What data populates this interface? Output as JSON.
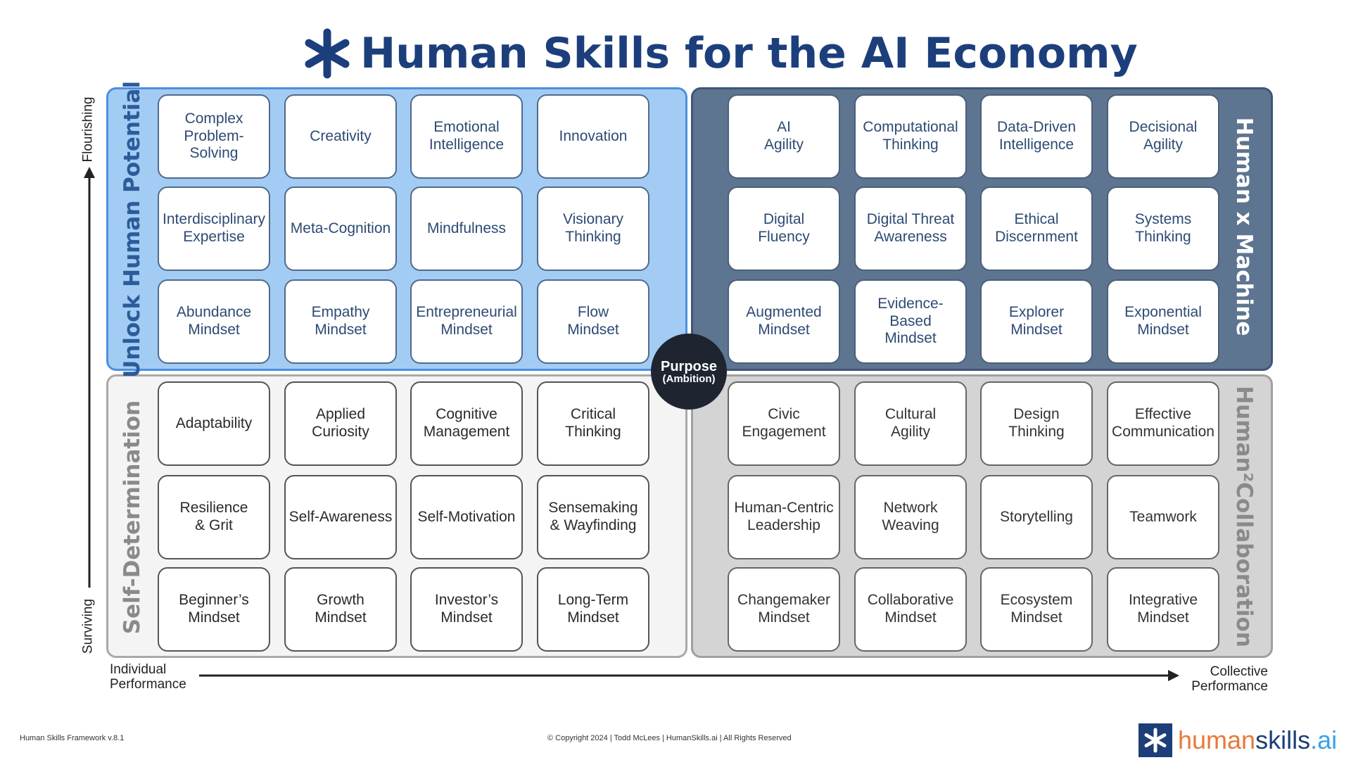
{
  "title": "Human Skills for the AI Economy",
  "quadrants": {
    "top_left": {
      "label": "Unlock Human Potential",
      "cells": [
        "Complex\nProblem-Solving",
        "Creativity",
        "Emotional\nIntelligence",
        "Innovation",
        "Interdisciplinary\nExpertise",
        "Meta-Cognition",
        "Mindfulness",
        "Visionary\nThinking",
        "Abundance\nMindset",
        "Empathy\nMindset",
        "Entrepreneurial\nMindset",
        "Flow\nMindset"
      ]
    },
    "top_right": {
      "label": "Human x Machine",
      "cells": [
        "AI\nAgility",
        "Computational\nThinking",
        "Data-Driven\nIntelligence",
        "Decisional\nAgility",
        "Digital\nFluency",
        "Digital Threat\nAwareness",
        "Ethical\nDiscernment",
        "Systems\nThinking",
        "Augmented\nMindset",
        "Evidence-Based\nMindset",
        "Explorer\nMindset",
        "Exponential\nMindset"
      ]
    },
    "bottom_left": {
      "label": "Self-Determination",
      "cells": [
        "Adaptability",
        "Applied\nCuriosity",
        "Cognitive\nManagement",
        "Critical\nThinking",
        "Resilience\n& Grit",
        "Self-Awareness",
        "Self-Motivation",
        "Sensemaking\n& Wayfinding",
        "Beginner’s\nMindset",
        "Growth\nMindset",
        "Investor’s\nMindset",
        "Long-Term\nMindset"
      ]
    },
    "bottom_right": {
      "label": "Human²Collaboration",
      "cells": [
        "Civic\nEngagement",
        "Cultural\nAgility",
        "Design\nThinking",
        "Effective\nCommunication",
        "Human-Centric\nLeadership",
        "Network\nWeaving",
        "Storytelling",
        "Teamwork",
        "Changemaker\nMindset",
        "Collaborative\nMindset",
        "Ecosystem\nMindset",
        "Integrative\nMindset"
      ]
    }
  },
  "center": {
    "line1": "Purpose",
    "line2": "(Ambition)"
  },
  "axes": {
    "y_top": "Flourishing",
    "y_bottom": "Surviving",
    "x_left": "Individual\nPerformance",
    "x_right": "Collective\nPerformance"
  },
  "footer": {
    "version": "Human Skills Framework v.8.1",
    "copyright": "© Copyright 2024  |  Todd McLees  |  HumanSkills.ai | All Rights Reserved",
    "logo_part1": "human",
    "logo_part2": "skills",
    "logo_part3": ".ai"
  },
  "colors": {
    "title": "#1c3f7c",
    "top_left_bg": "#a3ccf5",
    "top_right_bg": "#5e7591",
    "bottom_left_bg": "#f4f4f4",
    "bottom_right_bg": "#d4d4d4",
    "logo_orange": "#e8793a",
    "logo_navy": "#1d3e78",
    "logo_blue": "#3aa0e8"
  }
}
